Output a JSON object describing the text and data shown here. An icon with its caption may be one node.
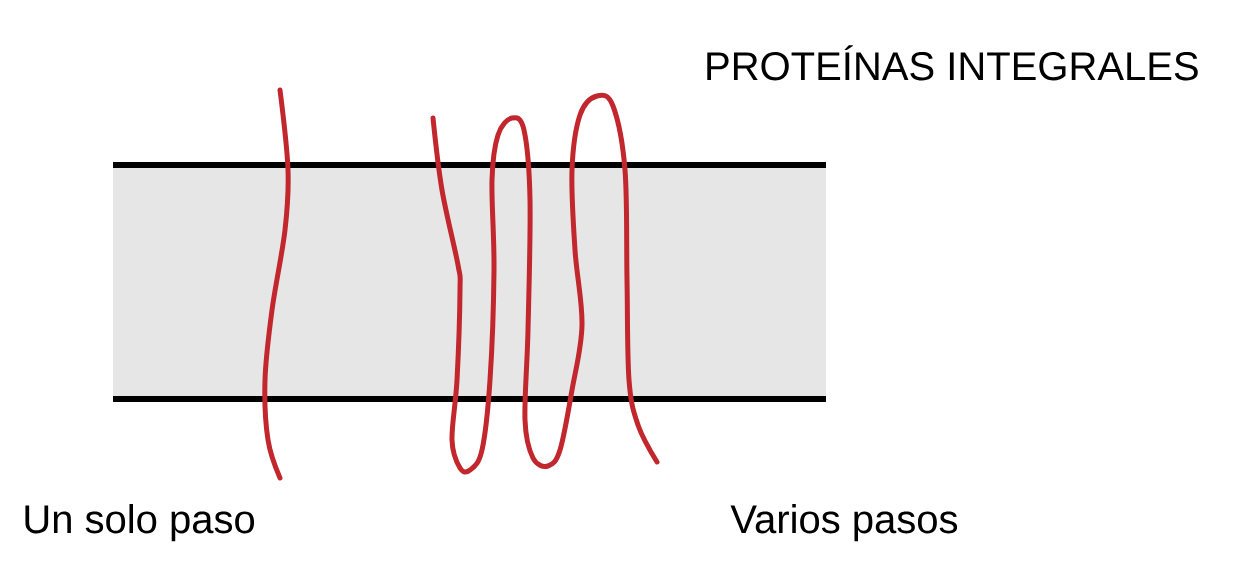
{
  "diagram": {
    "title": "PROTEÍNAS INTEGRALES",
    "labels": [
      "Un solo paso",
      "Varios pasos"
    ]
  }
}
